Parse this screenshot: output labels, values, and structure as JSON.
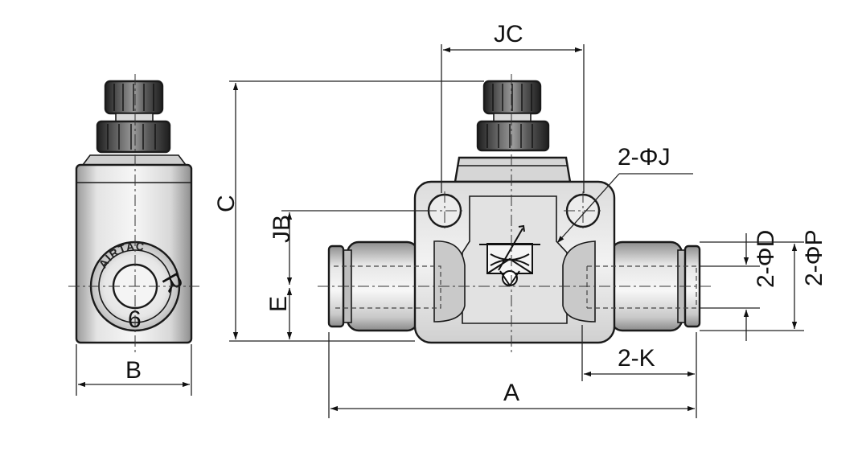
{
  "labels": {
    "jc": "JC",
    "phi_j": "2-ΦJ",
    "c": "C",
    "jb": "JB",
    "e": "E",
    "b": "B",
    "phi_d": "2-ΦD",
    "phi_p": "2-ΦP",
    "k": "2-K",
    "a": "A"
  },
  "side_view": {
    "brand_text": "AIRTAC",
    "trade_mark": "R",
    "size_number": "6"
  },
  "colors": {
    "body_light": "#e9e9e9",
    "body_mid": "#c4c4c4",
    "body_dark": "#8c8c8c",
    "knob_dark": "#2b2b2b",
    "line": "#1a1a1a"
  }
}
